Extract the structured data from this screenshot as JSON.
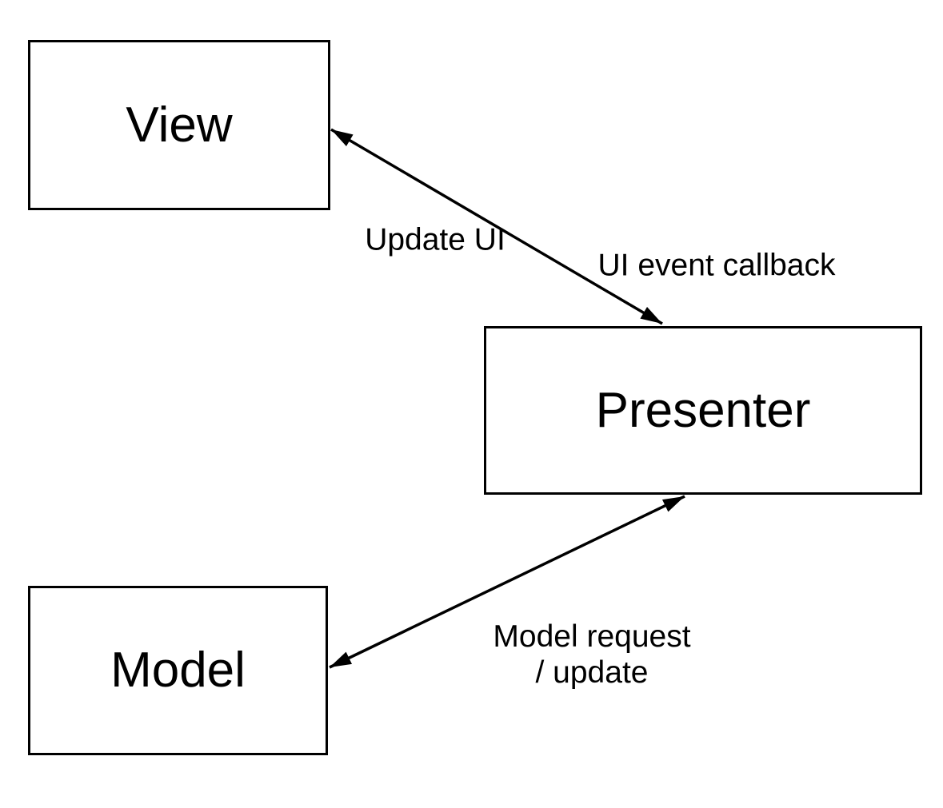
{
  "diagram": {
    "colors": {
      "background": "#ffffff",
      "stroke": "#000000",
      "text": "#000000",
      "node_fill": "#ffffff"
    },
    "nodes": {
      "view": {
        "label": "View"
      },
      "presenter": {
        "label": "Presenter"
      },
      "model": {
        "label": "Model"
      }
    },
    "edges": {
      "view_presenter": {
        "style": "double-headed-arrow",
        "label_update": "Update UI",
        "label_callback": "UI event callback"
      },
      "model_presenter": {
        "style": "double-headed-arrow",
        "label_line1": "Model request",
        "label_line2": "/ update"
      }
    }
  }
}
